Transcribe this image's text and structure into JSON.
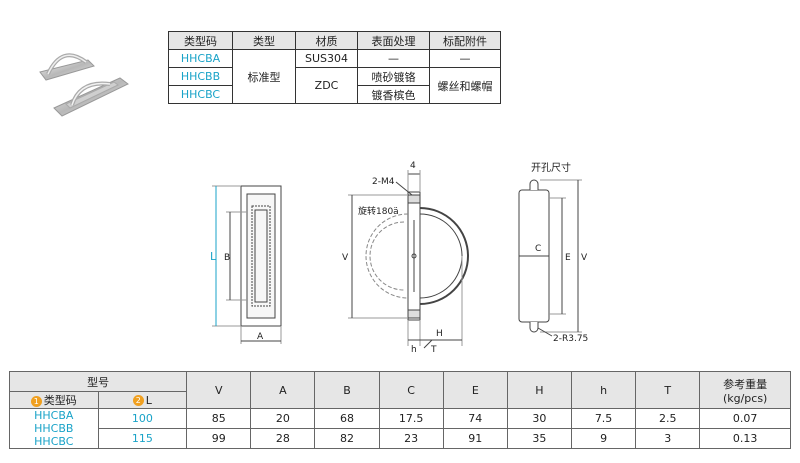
{
  "spec_table": {
    "headers": [
      "类型码",
      "类型",
      "材质",
      "表面处理",
      "标配附件"
    ],
    "codes": [
      "HHCBA",
      "HHCBB",
      "HHCBC"
    ],
    "type": "标准型",
    "materials": [
      "SUS304",
      "ZDC"
    ],
    "surface": [
      "—",
      "喷砂镀铬",
      "镀香槟色"
    ],
    "accessory": [
      "—",
      "螺丝和螺帽"
    ]
  },
  "drawing": {
    "cutout_title": "开孔尺寸",
    "label_L": "L",
    "label_B": "B",
    "label_A": "A",
    "label_V": "V",
    "label_2M4": "2-M4",
    "label_4": "4",
    "label_rotate": "旋转180ä",
    "label_h": "h",
    "label_H": "H",
    "label_T": "T",
    "label_C": "C",
    "label_E": "E",
    "label_V2": "V",
    "label_R": "2-R3.75"
  },
  "dims_table": {
    "group_header": "型号",
    "sub_header_1": "类型码",
    "sub_header_2": "L",
    "badge_1": "1",
    "badge_2": "2",
    "columns": [
      "V",
      "A",
      "B",
      "C",
      "E",
      "H",
      "h",
      "T"
    ],
    "weight_header_1": "参考重量",
    "weight_header_2": "(kg/pcs)",
    "codes": [
      "HHCBA",
      "HHCBB",
      "HHCBC"
    ],
    "rows": [
      {
        "L": "100",
        "values": [
          "85",
          "20",
          "68",
          "17.5",
          "74",
          "30",
          "7.5",
          "2.5"
        ],
        "weight": "0.07"
      },
      {
        "L": "115",
        "values": [
          "99",
          "28",
          "82",
          "23",
          "91",
          "35",
          "9",
          "3"
        ],
        "weight": "0.13"
      }
    ]
  },
  "colors": {
    "accent": "#1aa3c8",
    "badge": "#f0a020",
    "header_bg": "#e6e6e6"
  }
}
